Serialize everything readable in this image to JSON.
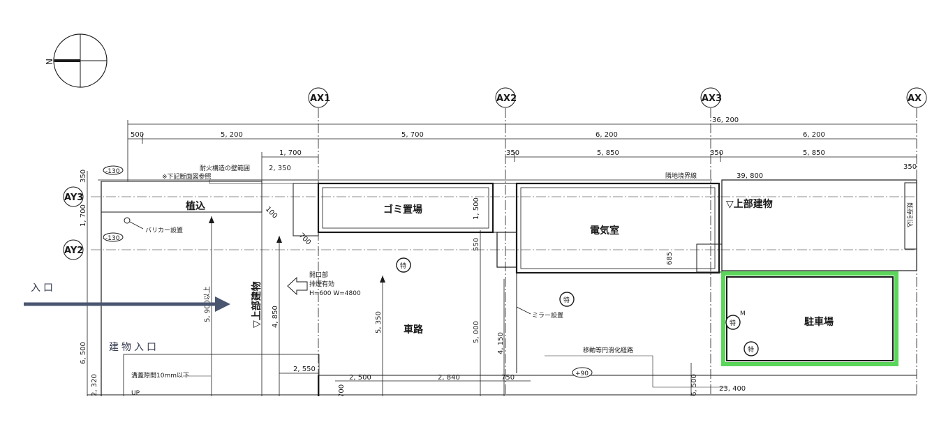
{
  "compass": {
    "north": "N"
  },
  "axes": {
    "ax1": "AX1",
    "ax2": "AX2",
    "ax3": "AX3",
    "ax4": "AX",
    "ay3": "AY3",
    "ay2": "AY2"
  },
  "dimensions": {
    "total": "36, 200",
    "d500": "500",
    "d5200": "5, 200",
    "d5700": "5, 700",
    "d6200a": "6, 200",
    "d6200b": "6, 200",
    "d1700": "1, 700",
    "d350a": "350",
    "d5850a": "5, 850",
    "d350b": "350",
    "d5850b": "5, 850",
    "d350c": "350",
    "d39800": "39, 800",
    "d2350": "2, 350",
    "v350": "350",
    "v1700": "1, 700",
    "v6500": "6, 500",
    "v2320": "2, 320",
    "v1500": "1, 500",
    "v550": "550",
    "v685": "685",
    "v5350": "5, 350",
    "v5000": "5, 000",
    "v4150": "4, 150",
    "v4850": "4, 850",
    "v5900": "5, 900以上",
    "v6500b": "6, 500",
    "h2550": "2, 550",
    "h2500": "2, 500",
    "h2840": "2, 840",
    "h750": "750",
    "h23400": "23, 400",
    "v700": "700",
    "d100": "100",
    "d700": "700"
  },
  "labels": {
    "fireproof": "耐火構造の壁範囲",
    "see_section": "※下記断面図参照",
    "boundary": "隣地境界線",
    "planting": "植込",
    "barricade": "バリカー設置",
    "upper_building_h": "▽上部建物",
    "upper_building_v": "▽上部建物",
    "opening_title": "開口部",
    "opening_exhaust": "排煙有効",
    "opening_size": "H=600 W=4800",
    "mirror": "ミラー設置",
    "route": "移動等円滑化経路",
    "groove": "溝蓋隙間10mm以下",
    "up": "UP",
    "side_box": "既存引込",
    "special": "特",
    "special_m": "M",
    "plus90": "+90",
    "c130a": "-130",
    "c130b": "-130"
  },
  "rooms": {
    "garbage": "ゴミ置場",
    "electric": "電気室",
    "road": "車路",
    "parking": "駐車場"
  },
  "annotations": {
    "entrance": "入口",
    "building_entrance": "建物入口"
  },
  "colors": {
    "arrow": "#4a5670",
    "parking_highlight": "#3ecf3e",
    "lines": "#1a1a1a"
  }
}
